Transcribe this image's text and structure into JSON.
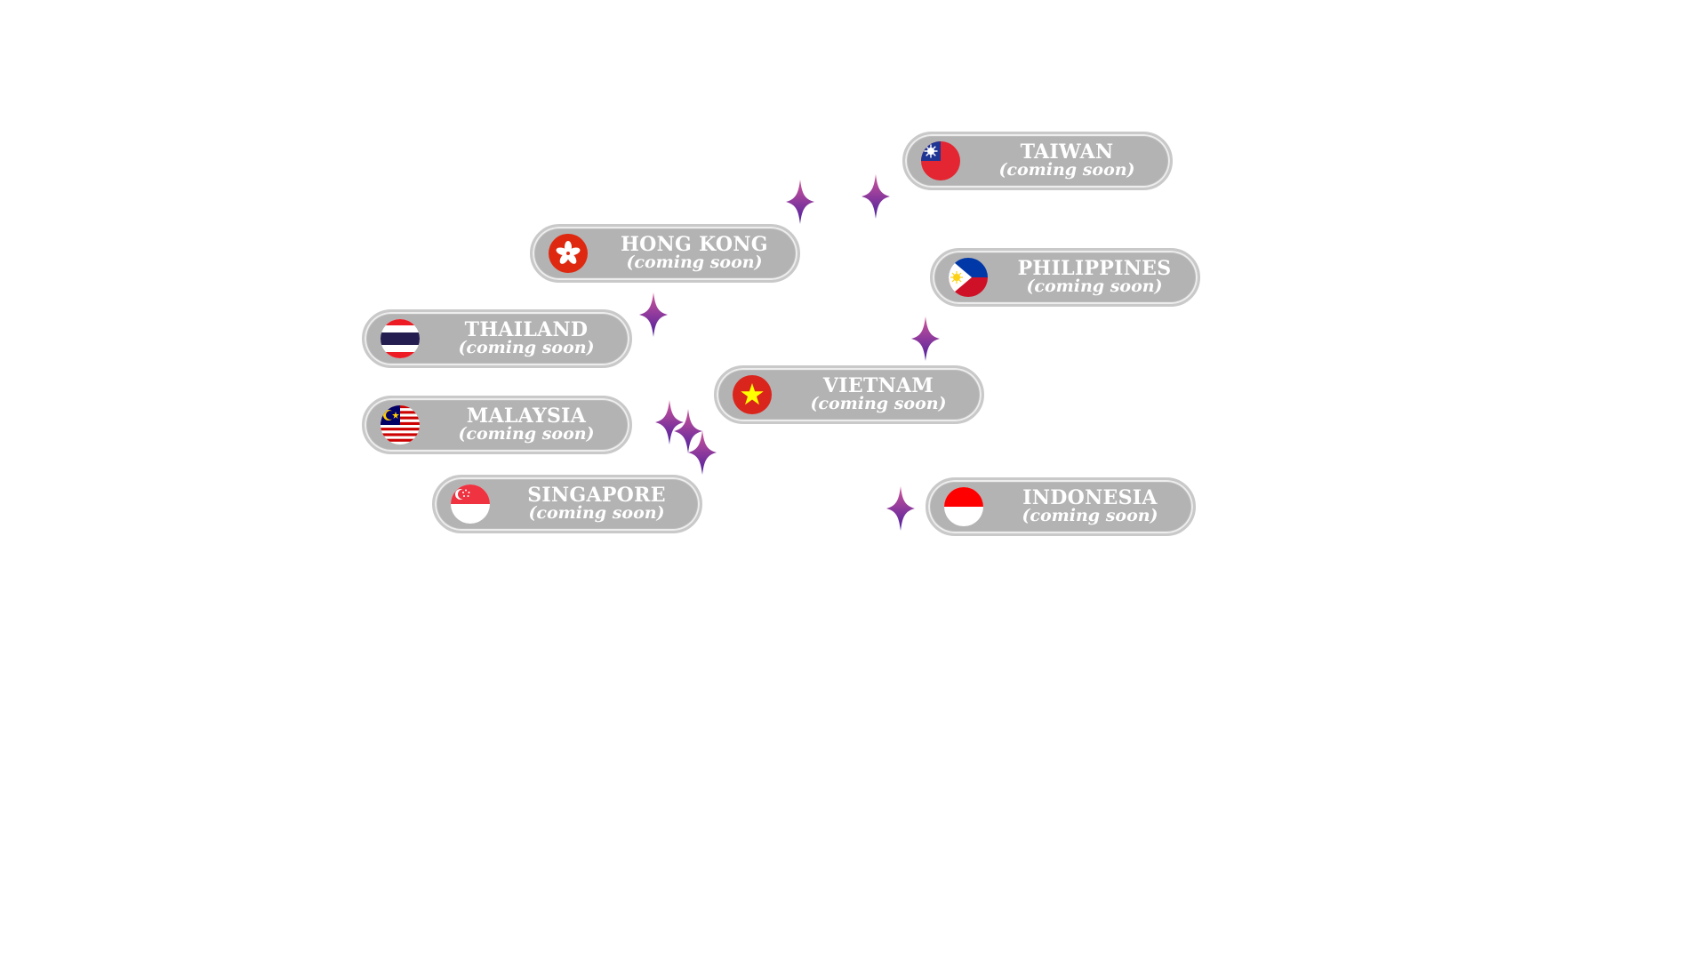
{
  "colors": {
    "pill_fill": "#b3b3b3",
    "pill_border": "#c9c9c9",
    "label_text": "#ffffff",
    "sparkle_top": "#d0559a",
    "sparkle_bottom": "#4b1f9e"
  },
  "regions": [
    {
      "id": "taiwan",
      "name": "TAIWAN",
      "status": "(coming soon)",
      "flag": "taiwan-flag-icon"
    },
    {
      "id": "hong-kong",
      "name": "HONG KONG",
      "status": "(coming soon)",
      "flag": "hong-kong-flag-icon"
    },
    {
      "id": "philippines",
      "name": "PHILIPPINES",
      "status": "(coming soon)",
      "flag": "philippines-flag-icon"
    },
    {
      "id": "thailand",
      "name": "THAILAND",
      "status": "(coming soon)",
      "flag": "thailand-flag-icon"
    },
    {
      "id": "vietnam",
      "name": "VIETNAM",
      "status": "(coming soon)",
      "flag": "vietnam-flag-icon"
    },
    {
      "id": "malaysia",
      "name": "MALAYSIA",
      "status": "(coming soon)",
      "flag": "malaysia-flag-icon"
    },
    {
      "id": "singapore",
      "name": "SINGAPORE",
      "status": "(coming soon)",
      "flag": "singapore-flag-icon"
    },
    {
      "id": "indonesia",
      "name": "INDONESIA",
      "status": "(coming soon)",
      "flag": "indonesia-flag-icon"
    }
  ],
  "decorations": {
    "sparkle_icon": "sparkle-icon"
  }
}
